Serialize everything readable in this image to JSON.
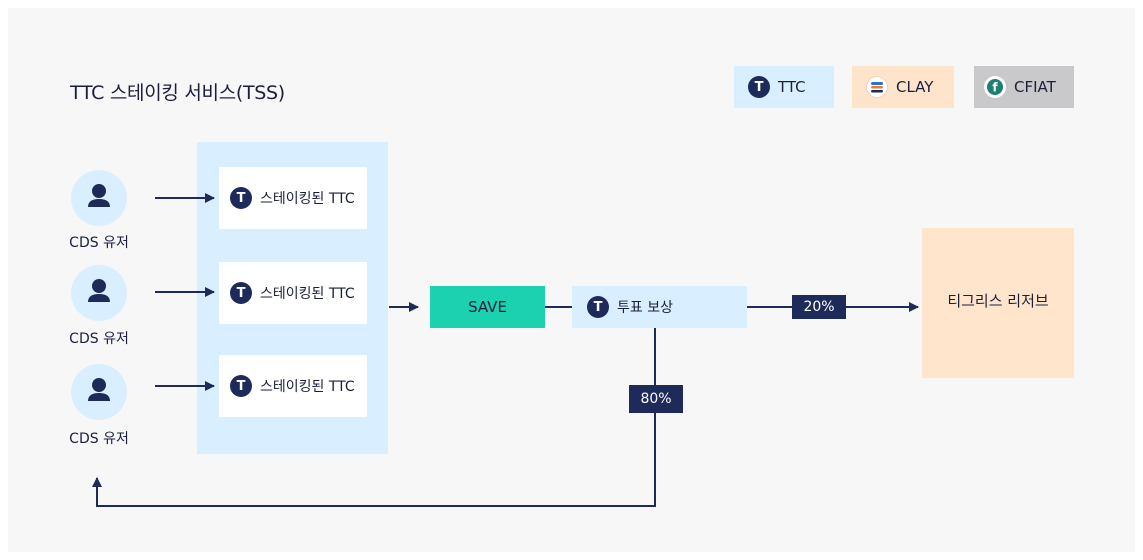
{
  "title": "TTC 스테이킹 서비스(TSS)",
  "legend": [
    {
      "label": "TTC",
      "icon": "ttc-token-icon"
    },
    {
      "label": "CLAY",
      "icon": "clay-token-icon"
    },
    {
      "label": "CFIAT",
      "icon": "cfiat-token-icon"
    }
  ],
  "users": [
    {
      "label": "CDS 유저"
    },
    {
      "label": "CDS 유저"
    },
    {
      "label": "CDS 유저"
    }
  ],
  "staked": [
    {
      "label": "스테이킹된 TTC"
    },
    {
      "label": "스테이킹된 TTC"
    },
    {
      "label": "스테이킹된 TTC"
    }
  ],
  "save": {
    "label": "SAVE"
  },
  "reward": {
    "label": "투표 보상"
  },
  "splits": {
    "reserve_pct": "20%",
    "users_pct": "80%"
  },
  "reserve": {
    "label": "티그리스 리저브"
  },
  "colors": {
    "navy": "#1e2a5a",
    "light_blue": "#d9efff",
    "teal": "#1bd1b0",
    "peach": "#ffe5cc",
    "gray": "#c9c9cc",
    "background": "#f7f7f8"
  }
}
